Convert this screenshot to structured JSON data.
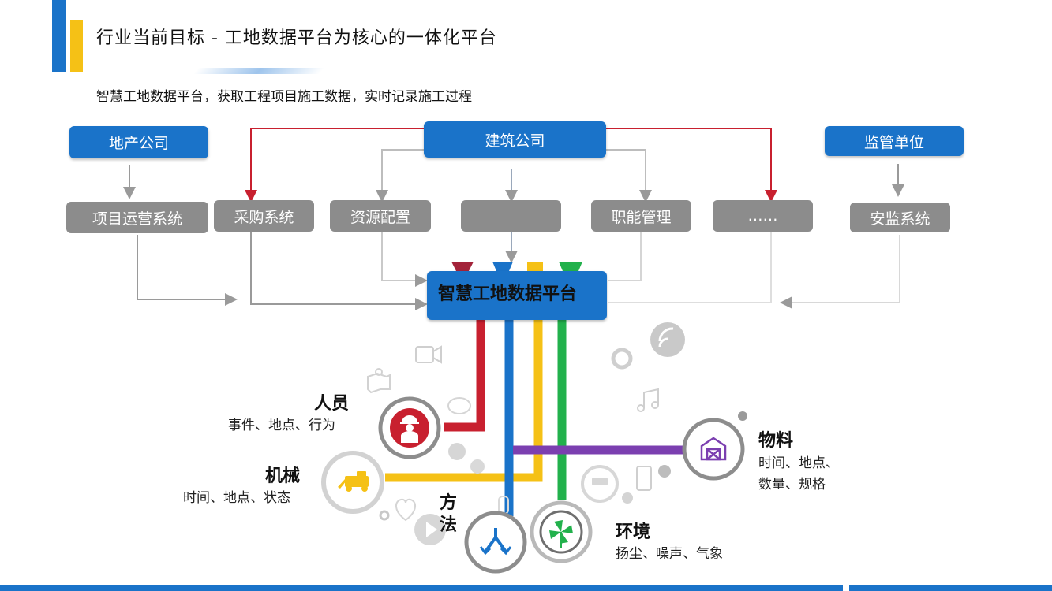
{
  "header": {
    "title": "行业当前目标 - 工地数据平台为核心的一体化平台",
    "subtitle": "智慧工地数据平台，获取工程项目施工数据，实时记录施工过程"
  },
  "org_boxes": {
    "real_estate": "地产公司",
    "construction": "建筑公司",
    "supervision": "监管单位"
  },
  "systems": {
    "project_ops": "项目运营系统",
    "procurement": "采购系统",
    "resources": "资源配置",
    "blank": "",
    "functions": "职能管理",
    "more": "……",
    "safety": "安监系统"
  },
  "platform": {
    "label": "智慧工地数据平台"
  },
  "categories": {
    "people": {
      "title": "人员",
      "desc": "事件、地点、行为"
    },
    "machinery": {
      "title": "机械",
      "desc": "时间、地点、状态"
    },
    "method": {
      "title": "方\n法"
    },
    "environment": {
      "title": "环境",
      "desc": "扬尘、噪声、气象"
    },
    "materials": {
      "title": "物料",
      "desc_line1": "时间、地点、",
      "desc_line2": "数量、规格"
    }
  },
  "colors": {
    "blue": "#1a73c9",
    "red": "#c8202f",
    "yellow": "#f5c116",
    "green": "#22b14c",
    "purple": "#7b3fb0",
    "gray_box": "#8c8c8c"
  },
  "icons": {
    "people": "worker-helmet-icon",
    "machinery": "tow-truck-icon",
    "method": "split-arrow-icon",
    "environment": "pinwheel-icon",
    "materials": "warehouse-icon"
  }
}
